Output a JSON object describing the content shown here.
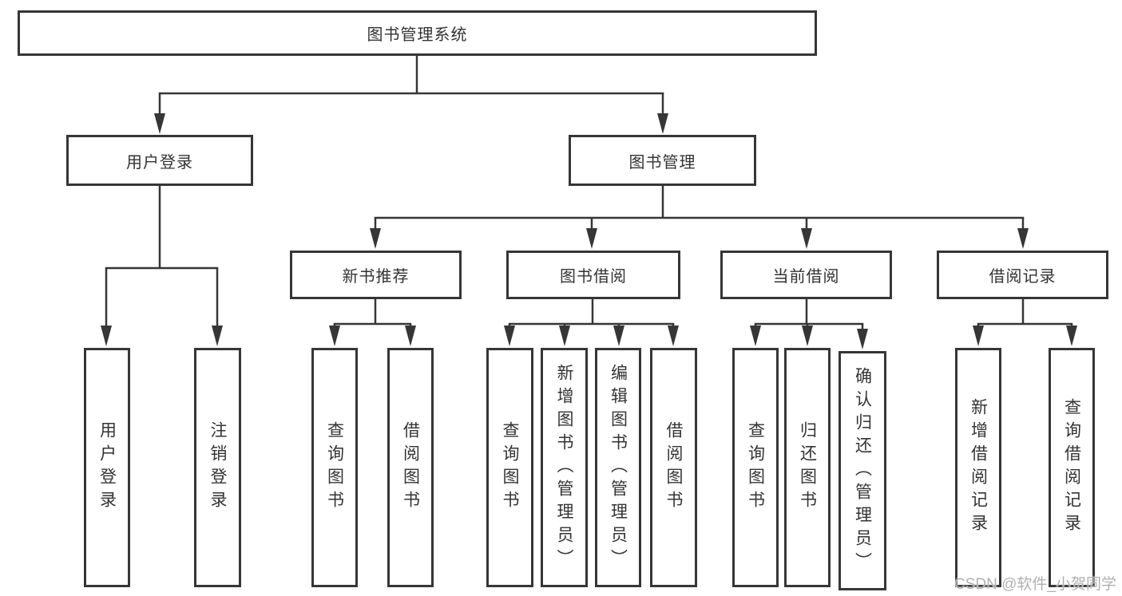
{
  "title": "图书管理系统",
  "watermark": "CSDN @软件_小贺同学",
  "colors": {
    "line": "#363636",
    "box_border": "#363636",
    "box_background": "#ffffff",
    "text": "#333333",
    "watermark": "#b0b0b0"
  },
  "nodes": {
    "root": "图书管理系统",
    "user_login": "用户登录",
    "book_management": "图书管理",
    "new_book_recommend": "新书推荐",
    "book_borrowing": "图书借阅",
    "current_borrowing": "当前借阅",
    "borrowing_records": "借阅记录",
    "user_login_leaf": "用户登录",
    "logout_leaf": "注销登录",
    "nbr_query_books": "查询图书",
    "nbr_borrow_books": "借阅图书",
    "bb_query_books": "查询图书",
    "bb_add_books_admin": "新增图书（管理员）",
    "bb_edit_books_admin": "编辑图书（管理员）",
    "bb_borrow_books": "借阅图书",
    "cb_query_books": "查询图书",
    "cb_return_books": "归还图书",
    "cb_confirm_return_admin": "确认归还（管理员）",
    "br_add_record": "新增借阅记录",
    "br_query_record": "查询借阅记录"
  },
  "edges": [
    "图书管理系统→用户登录",
    "图书管理系统→图书管理",
    "用户登录→用户登录(叶)",
    "用户登录→注销登录",
    "图书管理→新书推荐",
    "图书管理→图书借阅",
    "图书管理→当前借阅",
    "图书管理→借阅记录",
    "新书推荐→查询图书",
    "新书推荐→借阅图书",
    "图书借阅→查询图书",
    "图书借阅→新增图书（管理员）",
    "图书借阅→编辑图书（管理员）",
    "图书借阅→借阅图书",
    "当前借阅→查询图书",
    "当前借阅→归还图书",
    "当前借阅→确认归还（管理员）",
    "借阅记录→新增借阅记录",
    "借阅记录→查询借阅记录"
  ]
}
